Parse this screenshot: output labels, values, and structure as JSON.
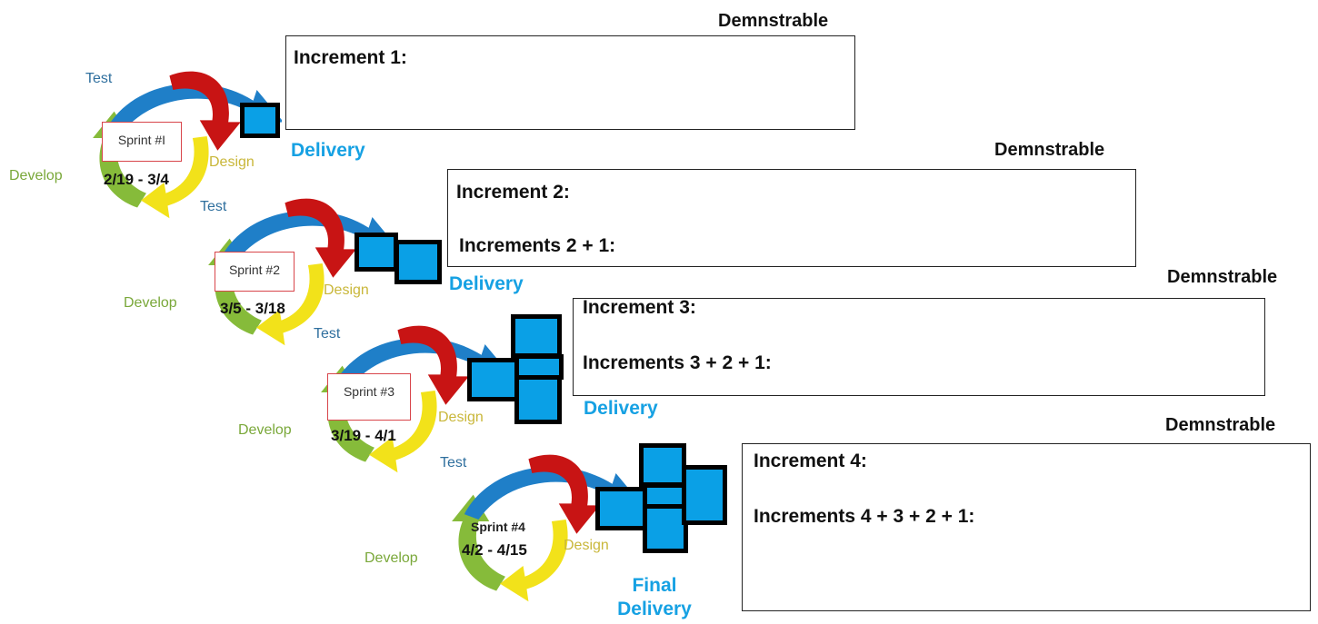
{
  "sprints": [
    {
      "label": "Sprint #I",
      "dates": "2/19 - 3/4",
      "phases": {
        "test": "Test",
        "design": "Design",
        "develop": "Develop"
      },
      "delivery": "Delivery",
      "demonstrable": "Demnstrable",
      "increments": [
        "Increment 1:"
      ]
    },
    {
      "label": "Sprint #2",
      "dates": "3/5 - 3/18",
      "phases": {
        "test": "Test",
        "design": "Design",
        "develop": "Develop"
      },
      "delivery": "Delivery",
      "demonstrable": "Demnstrable",
      "increments": [
        "Increment 2:",
        "Increments 2 + 1:"
      ]
    },
    {
      "label": "Sprint #3",
      "dates": "3/19 -  4/1",
      "phases": {
        "test": "Test",
        "design": "Design",
        "develop": "Develop"
      },
      "delivery": "Delivery",
      "demonstrable": "Demnstrable",
      "increments": [
        "Increment 3:",
        "Increments 3 + 2 + 1:"
      ]
    },
    {
      "label": "Sprint #4",
      "dates": "4/2 - 4/15",
      "phases": {
        "test": "Test",
        "design": "Design",
        "develop": "Develop"
      },
      "delivery_lines": [
        "Final",
        "Delivery"
      ],
      "demonstrable": "Demnstrable",
      "increments": [
        "Increment 4:",
        "Increments 4 + 3 + 2 + 1:"
      ]
    }
  ],
  "colors": {
    "test_arrow": "#1f7fc8",
    "design_arrow": "#f2e21a",
    "develop_arrow": "#86bb3a",
    "handoff_arrow": "#c81414",
    "block_fill": "#0aa0e6",
    "delivery_text": "#16a1e3",
    "sprint_border": "#d8454a"
  }
}
